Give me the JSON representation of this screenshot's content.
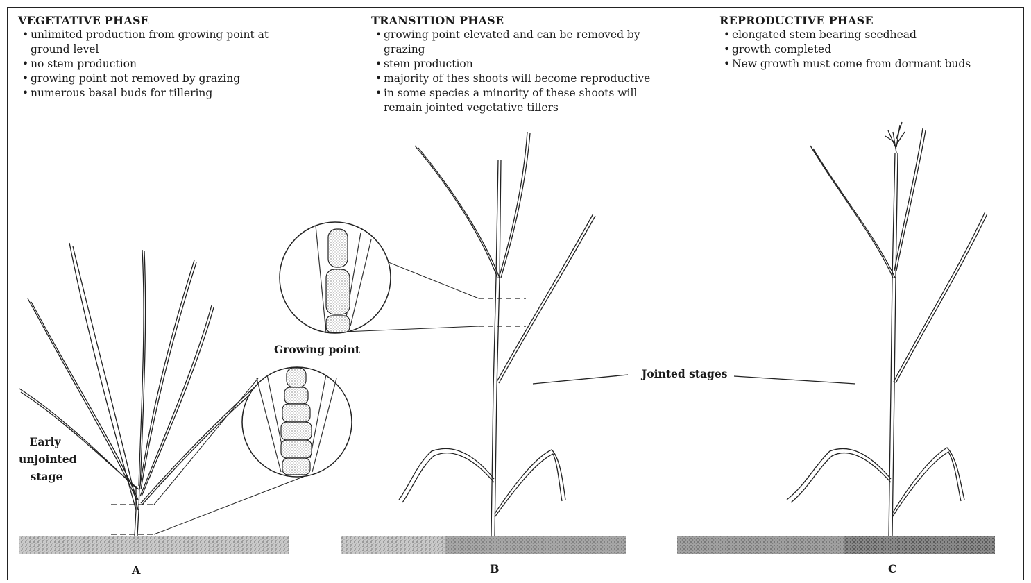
{
  "phases": [
    {
      "title": "VEGETATIVE PHASE",
      "bullets": [
        "unlimited production from growing point at ground level",
        "no stem production",
        "growing point not removed by grazing",
        "numerous basal buds for tillering"
      ]
    },
    {
      "title": "TRANSITION PHASE",
      "bullets": [
        "growing point elevated and can be removed by grazing",
        "stem production",
        "majority of thes shoots will become reproductive",
        "in some species a minority of these shoots will remain jointed vegetative tillers"
      ]
    },
    {
      "title": "REPRODUCTIVE PHASE",
      "bullets": [
        "elongated stem bearing seedhead",
        "growth completed",
        "New growth must come from dormant buds"
      ]
    }
  ],
  "labels": {
    "growing_point": "Growing point",
    "jointed_stages": "Jointed stages",
    "early_line1": "Early",
    "early_line2": "unjointed",
    "early_line3": "stage",
    "plant_a": "A",
    "plant_b": "B",
    "plant_c": "C"
  }
}
